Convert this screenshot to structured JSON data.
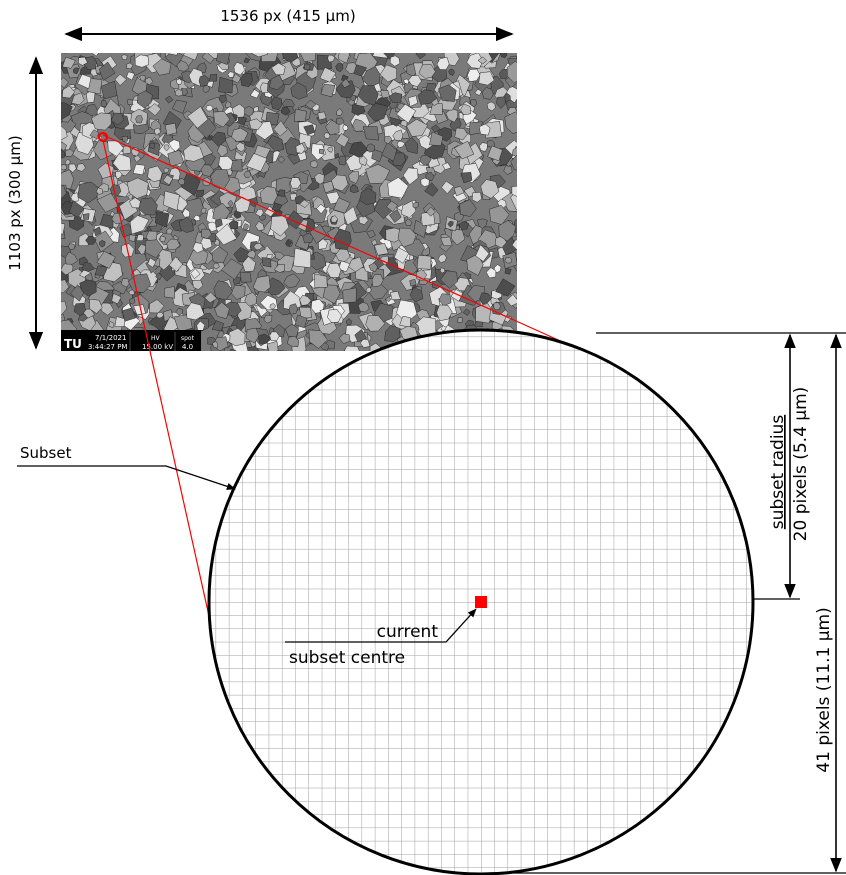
{
  "image_width_label": "1536 px (415 µm)",
  "image_height_label": "1103 px (300 µm)",
  "subset_label": "Subset",
  "centre_label": {
    "line1": "current",
    "line2": "subset centre"
  },
  "radius_label": {
    "line1": "subset radius",
    "line2": "20 pixels (5.4 µm)"
  },
  "diameter_label": "41 pixels (11.1 µm)",
  "sem_info": {
    "logo": "TU",
    "date": "7/1/2021",
    "time": "3:44:27 PM",
    "hv_label": "HV",
    "hv_value": "15.00 kV",
    "spot_label": "spot",
    "spot_value": "4.0"
  },
  "colors": {
    "accent": "#ff0000",
    "grid": "#9e9e9e",
    "outline": "#000000"
  }
}
